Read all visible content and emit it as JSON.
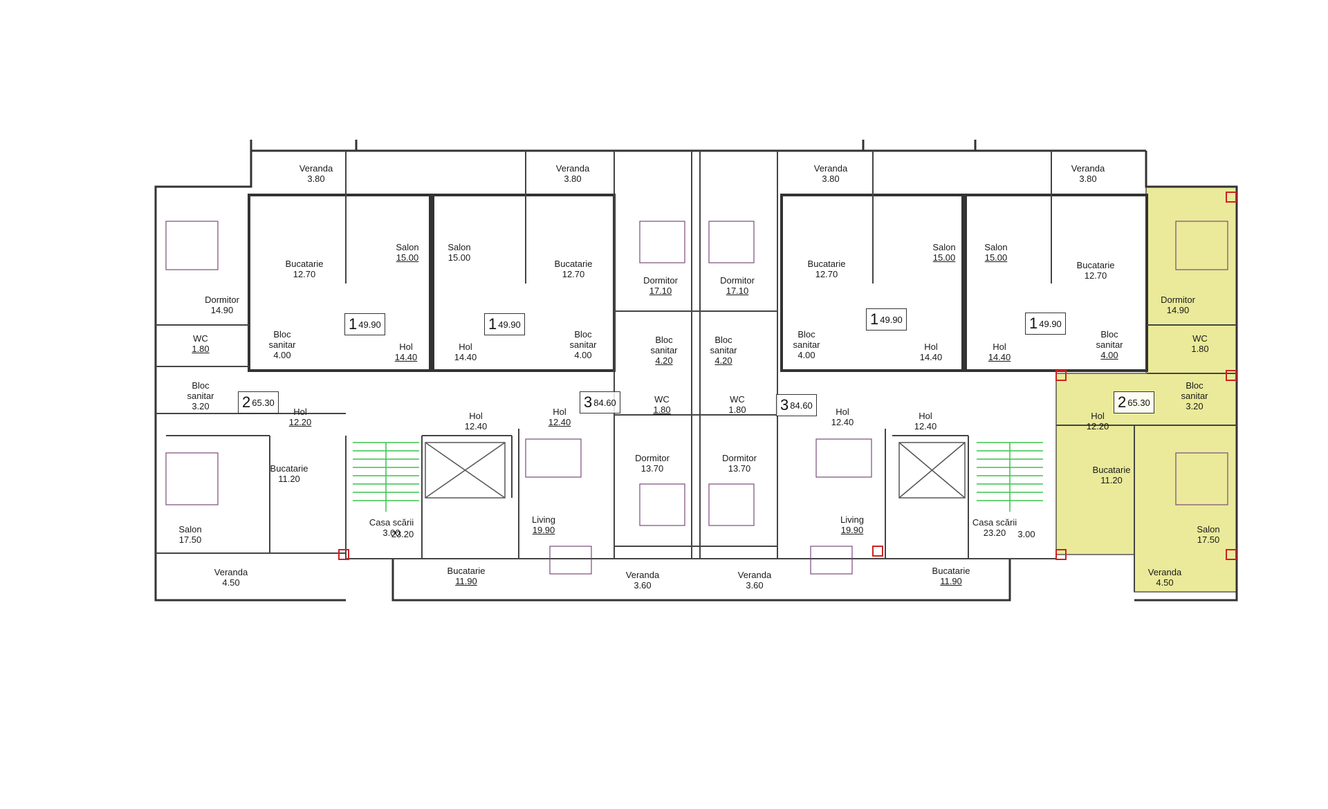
{
  "colors": {
    "highlight": "#eaea9a",
    "wall": "#333333",
    "stair": "#39c44a",
    "furniture": "#7a4a7a",
    "corner": "#cc2222"
  },
  "apartments": [
    {
      "num": "2",
      "area": "65.30"
    },
    {
      "num": "1",
      "area": "49.90"
    },
    {
      "num": "1",
      "area": "49.90"
    },
    {
      "num": "3",
      "area": "84.60"
    },
    {
      "num": "3",
      "area": "84.60"
    },
    {
      "num": "1",
      "area": "49.90"
    },
    {
      "num": "1",
      "area": "49.90"
    },
    {
      "num": "2",
      "area": "65.30"
    }
  ],
  "rooms": [
    {
      "name": "Veranda",
      "value": "3.80"
    },
    {
      "name": "Salon",
      "value": "15.00"
    },
    {
      "name": "Salon",
      "value": "15.00"
    },
    {
      "name": "Veranda",
      "value": "3.80"
    },
    {
      "name": "Veranda",
      "value": "3.80"
    },
    {
      "name": "Salon",
      "value": "15.00"
    },
    {
      "name": "Salon",
      "value": "15.00"
    },
    {
      "name": "Veranda",
      "value": "3.80"
    },
    {
      "name": "Bucatarie",
      "value": "12.70"
    },
    {
      "name": "Bucatarie",
      "value": "12.70"
    },
    {
      "name": "Bucatarie",
      "value": "12.70"
    },
    {
      "name": "Bucatarie",
      "value": "12.70"
    },
    {
      "name": "Dormitor",
      "value": "14.90"
    },
    {
      "name": "Dormitor",
      "value": "17.10"
    },
    {
      "name": "Dormitor",
      "value": "17.10"
    },
    {
      "name": "Dormitor",
      "value": "14.90"
    },
    {
      "name": "Bloc sanitar",
      "value": "4.00"
    },
    {
      "name": "Hol",
      "value": "14.40"
    },
    {
      "name": "Hol",
      "value": "14.40"
    },
    {
      "name": "Bloc sanitar",
      "value": "4.00"
    },
    {
      "name": "Bloc sanitar",
      "value": "4.20"
    },
    {
      "name": "Bloc sanitar",
      "value": "4.20"
    },
    {
      "name": "Bloc sanitar",
      "value": "4.00"
    },
    {
      "name": "Hol",
      "value": "14.40"
    },
    {
      "name": "Hol",
      "value": "14.40"
    },
    {
      "name": "Bloc sanitar",
      "value": "4.00"
    },
    {
      "name": "WC",
      "value": "1.80"
    },
    {
      "name": "WC",
      "value": "1.80"
    },
    {
      "name": "Bloc sanitar",
      "value": "3.20"
    },
    {
      "name": "Hol",
      "value": "12.20"
    },
    {
      "name": "Hol",
      "value": "12.40"
    },
    {
      "name": "Hol",
      "value": "12.40"
    },
    {
      "name": "WC",
      "value": "1.80"
    },
    {
      "name": "WC",
      "value": "1.80"
    },
    {
      "name": "Hol",
      "value": "12.40"
    },
    {
      "name": "Hol",
      "value": "12.40"
    },
    {
      "name": "Hol",
      "value": "12.20"
    },
    {
      "name": "Bloc sanitar",
      "value": "3.20"
    },
    {
      "name": "Bucatarie",
      "value": "11.20"
    },
    {
      "name": "Dormitor",
      "value": "13.70"
    },
    {
      "name": "Dormitor",
      "value": "13.70"
    },
    {
      "name": "Bucatarie",
      "value": "11.20"
    },
    {
      "name": "Salon",
      "value": "17.50"
    },
    {
      "name": "Casa scării",
      "value": "3.00"
    },
    {
      "name": "",
      "value": "23.20"
    },
    {
      "name": "Living",
      "value": "19.90"
    },
    {
      "name": "Living",
      "value": "19.90"
    },
    {
      "name": "Casa scării",
      "value": "23.20"
    },
    {
      "name": "",
      "value": "3.00"
    },
    {
      "name": "Salon",
      "value": "17.50"
    },
    {
      "name": "Veranda",
      "value": "4.50"
    },
    {
      "name": "Bucatarie",
      "value": "11.90"
    },
    {
      "name": "Veranda",
      "value": "3.60"
    },
    {
      "name": "Veranda",
      "value": "3.60"
    },
    {
      "name": "Bucatarie",
      "value": "11.90"
    },
    {
      "name": "Veranda",
      "value": "4.50"
    }
  ]
}
